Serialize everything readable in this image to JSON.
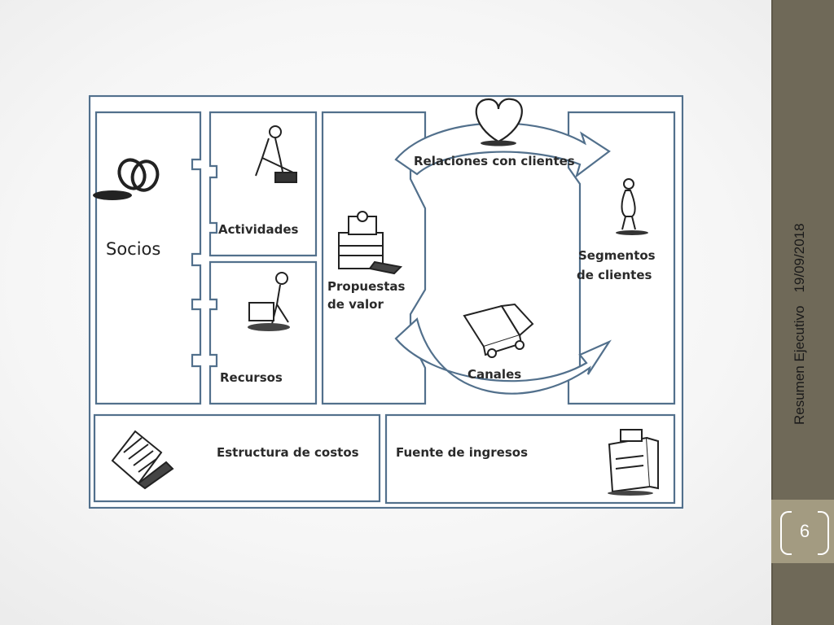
{
  "slide": {
    "footer_title": "Resumen Ejecutivo",
    "date": "19/09/2018",
    "page_number": "6"
  },
  "canvas": {
    "socios": "Socios",
    "actividades": "Actividades",
    "recursos": "Recursos",
    "propuestas_line1": "Propuestas",
    "propuestas_line2": "de valor",
    "relaciones": "Relaciones con clientes",
    "canales": "Canales",
    "segmentos_line1": "Segmentos",
    "segmentos_line2": "de clientes",
    "costos": "Estructura de costos",
    "ingresos": "Fuente de ingresos"
  },
  "icons": {
    "socios": "rings-icon",
    "actividades": "worker-icon",
    "recursos": "person-pushing-icon",
    "propuestas": "gift-boxes-icon",
    "relaciones": "heart-icon",
    "segmentos": "person-icon",
    "canales": "truck-icon",
    "costos": "receipt-icon",
    "ingresos": "cash-register-icon"
  }
}
